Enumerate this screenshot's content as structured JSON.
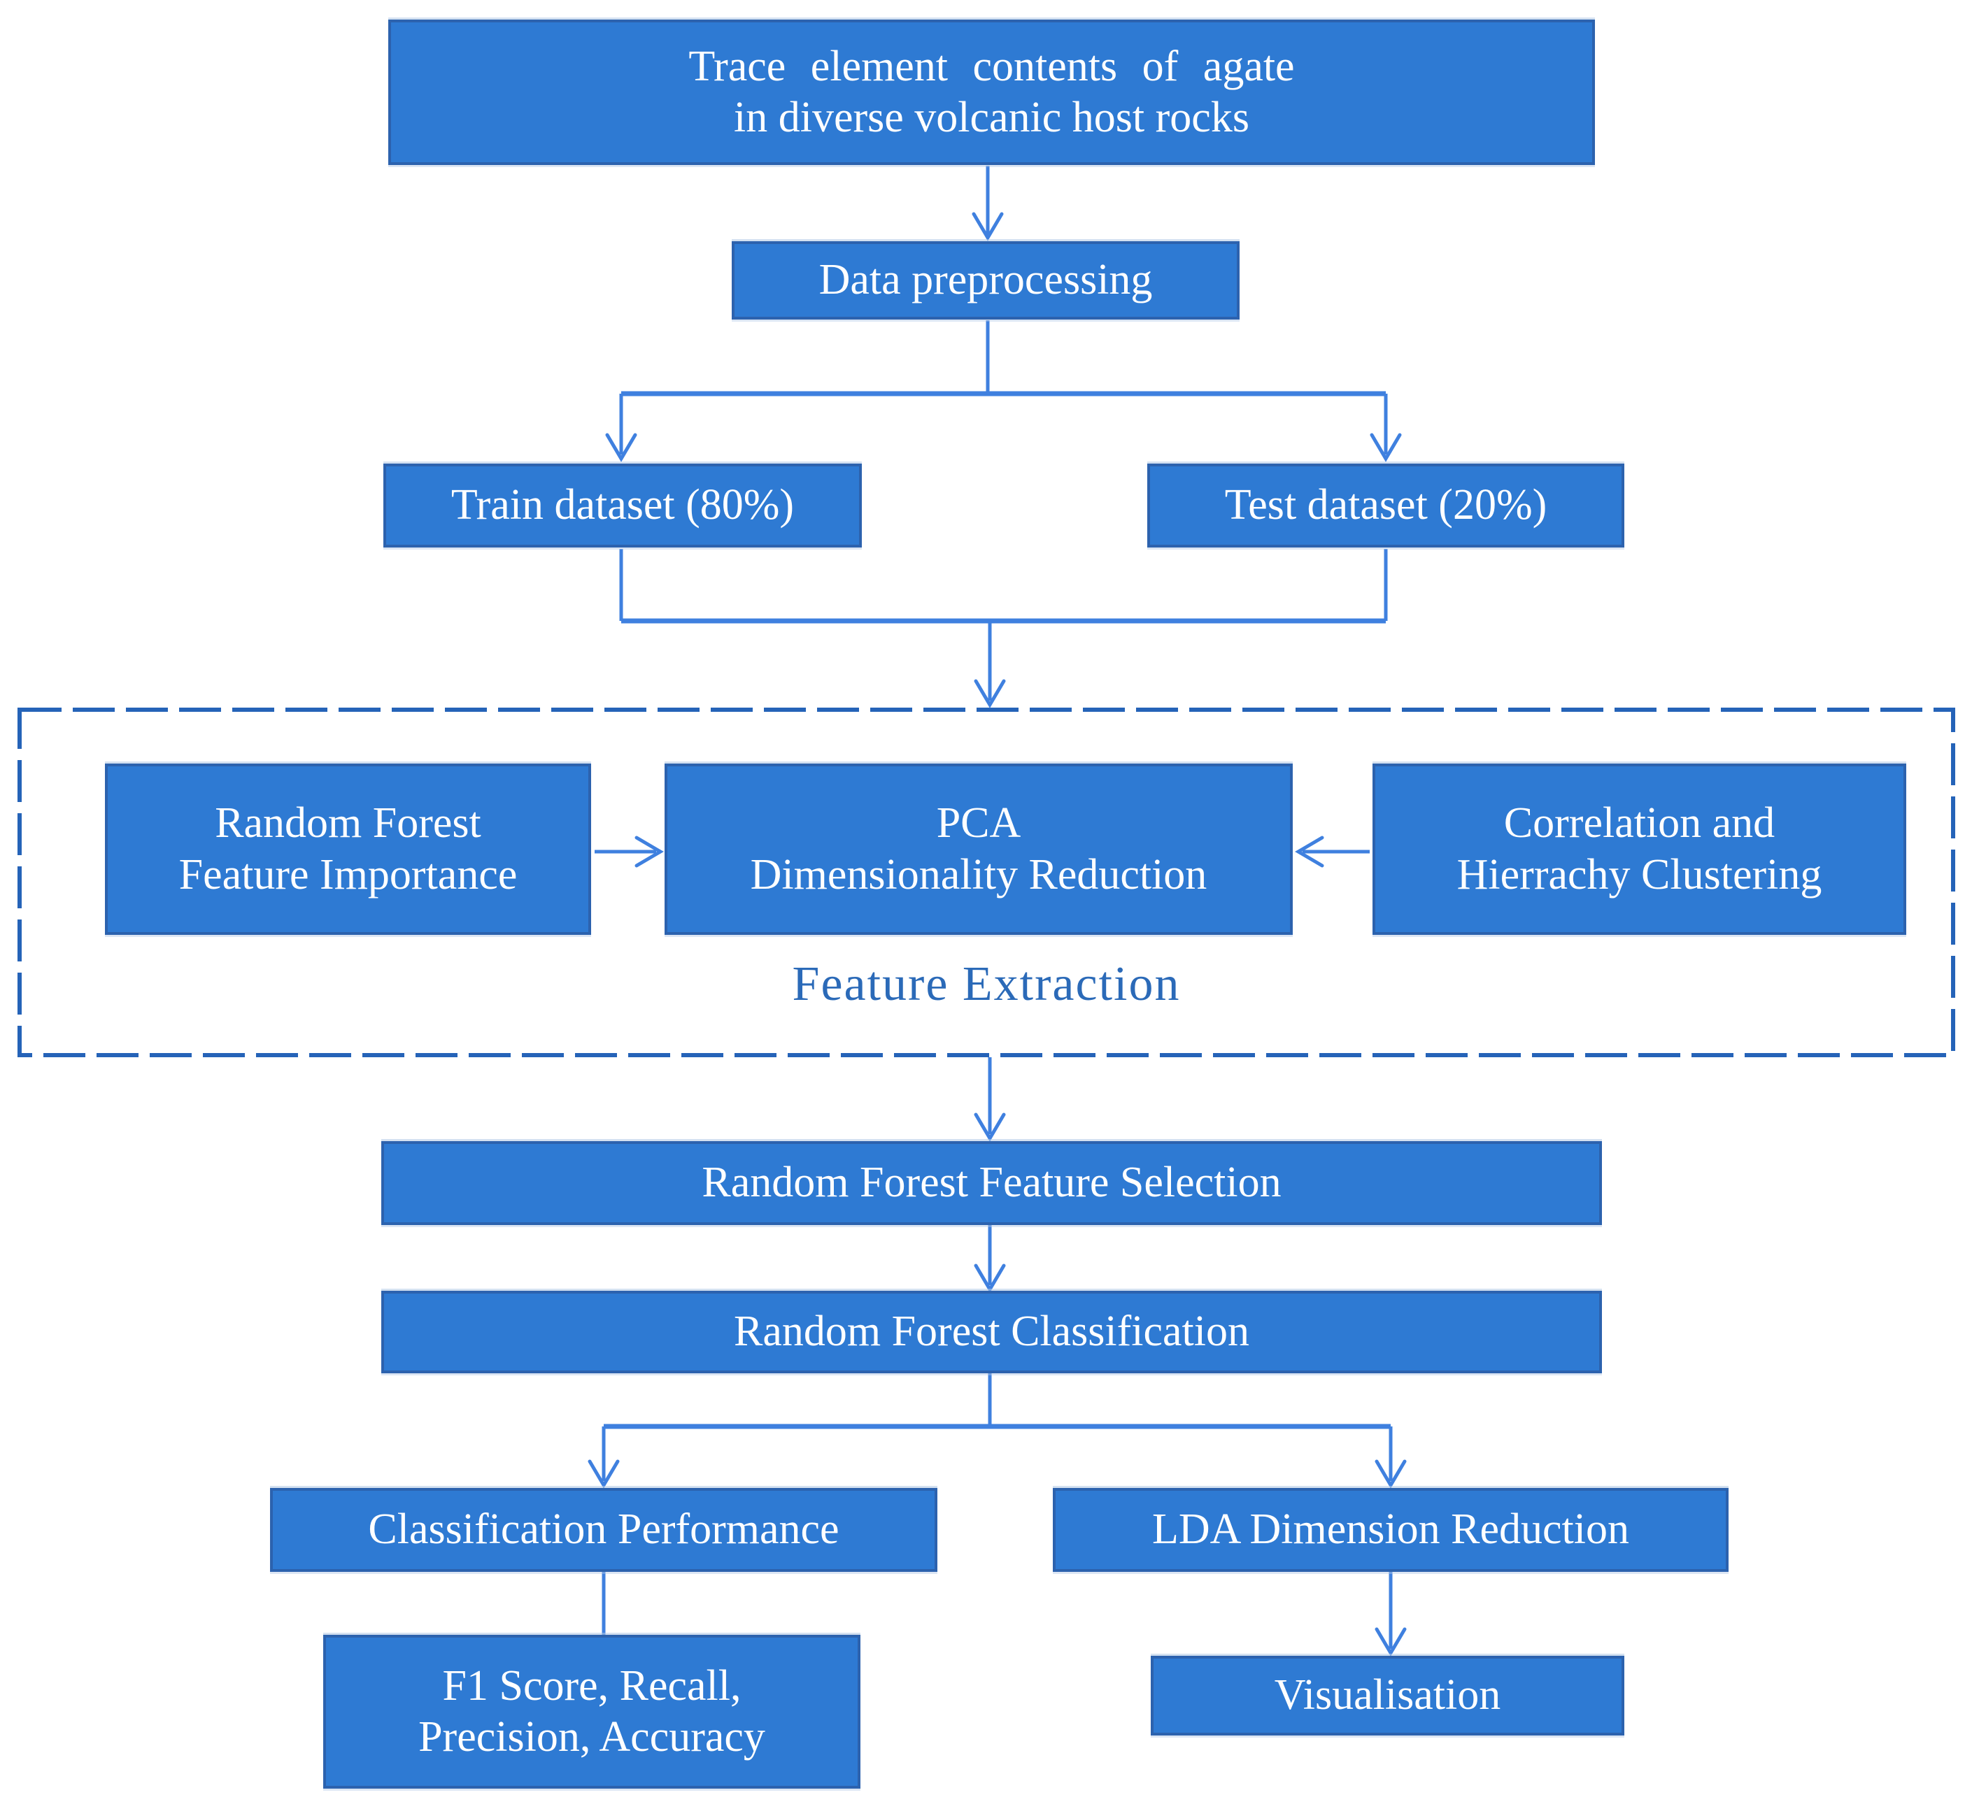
{
  "nodes": {
    "source": {
      "lines": [
        "Trace element contents of agate",
        "in diverse volcanic host rocks"
      ]
    },
    "preprocess": {
      "label": "Data preprocessing"
    },
    "train": {
      "label": "Train dataset (80%)"
    },
    "test": {
      "label": "Test dataset (20%)"
    },
    "rf_importance": {
      "lines": [
        "Random Forest",
        "Feature Importance"
      ]
    },
    "pca": {
      "lines": [
        "PCA",
        "Dimensionality Reduction"
      ]
    },
    "correlation": {
      "lines": [
        "Correlation and",
        "Hierrachy Clustering"
      ]
    },
    "feature_extraction_label": "Feature Extraction",
    "rf_selection": {
      "label": "Random Forest Feature Selection"
    },
    "rf_classification": {
      "label": "Random Forest Classification"
    },
    "class_perf": {
      "label": "Classification Performance"
    },
    "lda": {
      "label": "LDA Dimension Reduction"
    },
    "metrics": {
      "lines": [
        "F1 Score, Recall,",
        "Precision, Accuracy"
      ]
    },
    "visualisation": {
      "label": "Visualisation"
    }
  },
  "colors": {
    "box_fill": "#2e7ad3",
    "box_border": "#2c62ae",
    "line": "#3f80df",
    "dashed_border": "#2563b8",
    "label_text": "#2b6ab8",
    "box_text": "#ffffff",
    "bg": "#ffffff"
  }
}
